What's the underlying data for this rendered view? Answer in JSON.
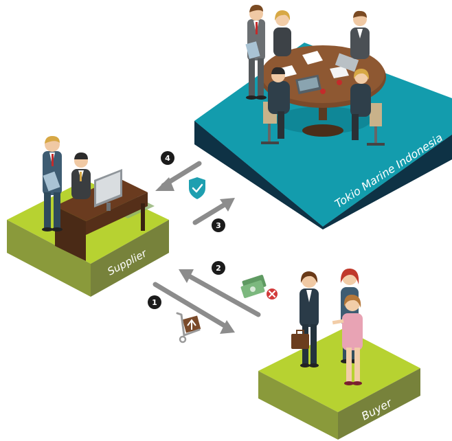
{
  "parties": {
    "insurer": {
      "label": "Tokio Marine Indonesia"
    },
    "supplier": {
      "label": "Supplier"
    },
    "buyer": {
      "label": "Buyer"
    }
  },
  "steps": [
    {
      "number": "1",
      "icon": "cart-package-icon"
    },
    {
      "number": "2",
      "icon": "cash-cancel-icon"
    },
    {
      "number": "3",
      "icon": ""
    },
    {
      "number": "4",
      "icon": "shield-check-icon"
    }
  ],
  "colors": {
    "insurer_top": "#139cad",
    "insurer_side": "#0e3245",
    "green_top": "#b7d231",
    "green_side": "#77823b",
    "arrow": "#8c8c8c",
    "badge": "#1b1b1b",
    "shield": "#1e9fb0"
  }
}
